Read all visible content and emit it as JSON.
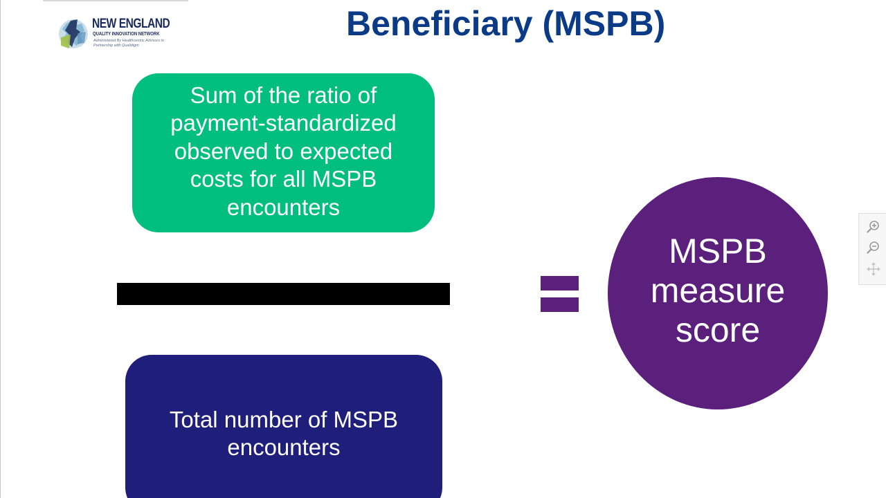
{
  "logo": {
    "title": "NEW ENGLAND",
    "subtitle": "QUALITY INNOVATION NETWORK",
    "tagline": "Administered By Healthcentric Advisors in Partnership with Qualidigm"
  },
  "slide": {
    "title": "Beneficiary (MSPB)",
    "numerator_text": "Sum of the ratio of payment-standardized observed to expected costs for all MSPB encounters",
    "denominator_text": "Total number of MSPB encounters",
    "result_text": "MSPB measure score"
  },
  "zoom_controls": {
    "zoom_in_icon": "zoom-in-icon",
    "zoom_out_icon": "zoom-out-icon",
    "pan_icon": "move-icon"
  },
  "colors": {
    "title": "#0b3a86",
    "numerator_box": "#00be7e",
    "denominator_box": "#1f1e7a",
    "result_circle": "#5b1f7c",
    "fraction_bar": "#000000"
  }
}
